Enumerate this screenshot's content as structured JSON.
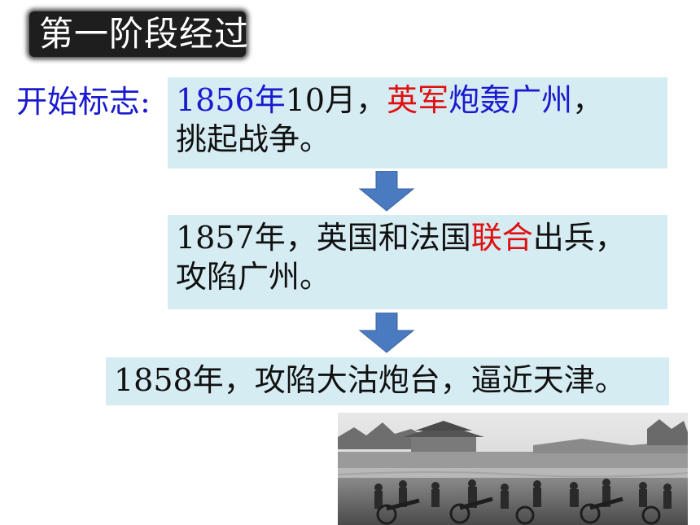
{
  "title": "第一阶段经过",
  "start_label": "开始标志:",
  "box1": {
    "line1_a": "1856年",
    "line1_b": "10月，",
    "line1_c": "英军",
    "line1_d": "炮轰广州",
    "line1_e": "，",
    "line2": "挑起战争。"
  },
  "box2": {
    "line1_a": "1857年，英国和法国",
    "line1_b": "联合",
    "line1_c": "出兵，",
    "line2": "攻陷广州。"
  },
  "box3": {
    "line1": "1858年，攻陷大沽炮台，逼近天津。"
  },
  "colors": {
    "box_bg": "#d6ecf3",
    "arrow": "#4a7ac0",
    "highlight_blue": "#1a1acf",
    "highlight_red": "#e01010"
  },
  "image": {
    "subject": "historical-battle-photo"
  }
}
